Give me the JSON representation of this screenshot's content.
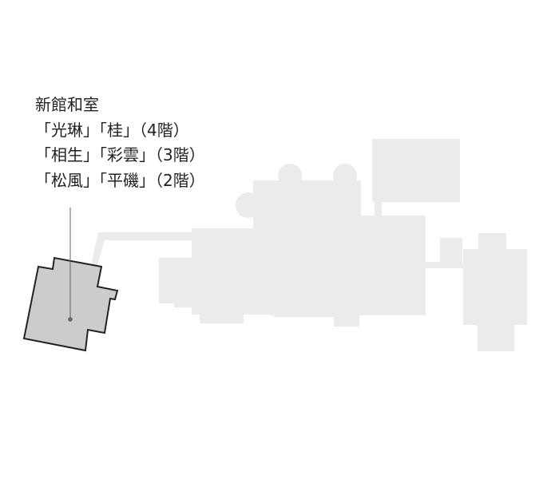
{
  "title": "新館和室",
  "rooms": [
    "「光琳」「桂」（4階）",
    "「相生」「彩雲」（3階）",
    "「松風」「平磯」（2階）"
  ],
  "colors": {
    "building": "#ebebeb",
    "highlight_fill": "#cccccc",
    "outline": "#222222",
    "text": "#222222",
    "leader": "#666666"
  }
}
